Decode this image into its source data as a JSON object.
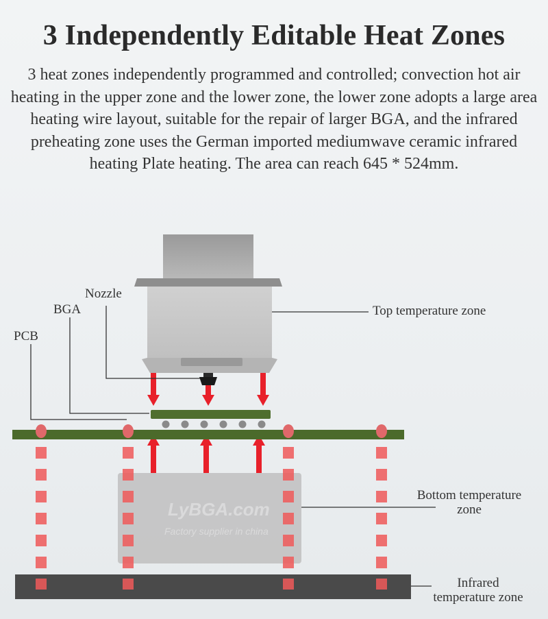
{
  "title": "3 Independently Editable Heat Zones",
  "description": "3 heat zones independently programmed and controlled; convection hot air heating in the upper zone and the lower zone,  the lower zone adopts a large area heating wire layout, suitable for the repair of larger BGA, and the infrared preheating zone uses the German imported mediumwave ceramic infrared heating Plate heating. The area can reach 645 * 524mm.",
  "labels": {
    "nozzle": "Nozzle",
    "bga": "BGA",
    "pcb": "PCB",
    "top_zone": "Top temperature zone",
    "bottom_zone_line1": "Bottom temperature",
    "bottom_zone_line2": "zone",
    "infrared_zone_line1": "Infrared",
    "infrared_zone_line2": "temperature zone"
  },
  "watermark": {
    "brand": "LyBGA.com",
    "tagline": "Factory supplier in china"
  },
  "colors": {
    "heater_body": "#c4c4c4",
    "pcb_board": "#4b6a2b",
    "bga_chip": "#4f6e2e",
    "heat_arrow": "#e8202a",
    "infrared_dash": "#f05a5a",
    "infrared_plate": "#4a4a4a",
    "leader_line": "#333333"
  }
}
